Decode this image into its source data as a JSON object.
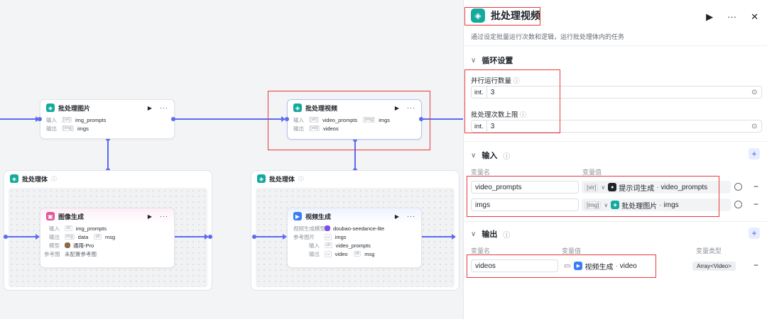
{
  "canvas": {
    "node_batch_image": {
      "title": "批处理图片",
      "input_label": "输入",
      "input_tag": "[str]",
      "input_value": "img_prompts",
      "output_label": "输出",
      "output_tag": "[img]",
      "output_value": "imgs"
    },
    "node_batch_video": {
      "title": "批处理视频",
      "input_label": "输入",
      "input_tag1": "[str]",
      "input_value1": "video_prompts",
      "input_tag2": "[img]",
      "input_value2": "imgs",
      "output_label": "输出",
      "output_tag": "[vid]",
      "output_value": "videos"
    },
    "group_left": {
      "title": "批处理体",
      "info": "ⓘ"
    },
    "group_right": {
      "title": "批处理体",
      "info": "ⓘ"
    },
    "node_image_gen": {
      "title": "图像生成",
      "input_label": "输入",
      "input_tag": "str",
      "input_value": "img_prompts",
      "output_label": "输出",
      "output_tag1": "img",
      "output_value1": "data",
      "output_tag2": "str",
      "output_value2": "msg",
      "model_label": "模型",
      "model_value": "通用-Pro",
      "ref_label": "参考图",
      "ref_value": "未配置参考图"
    },
    "node_video_gen": {
      "title": "视频生成",
      "model_label": "视频生成模型",
      "model_value": "doubao-seedance-lite",
      "ref_label": "参考图片",
      "ref_value": "imgs",
      "input_label": "输入",
      "input_tag": "str",
      "input_value": "video_prompts",
      "output_label": "输出",
      "output_value1": "video",
      "output_tag2": "str",
      "output_value2": "msg"
    }
  },
  "panel": {
    "title": "批处理视频",
    "run_icon": "▶",
    "more_icon": "···",
    "close_icon": "✕",
    "description": "通过设定批量运行次数和逻辑，运行批处理体内的任务",
    "loop_section": "循环设置",
    "parallel_label": "并行运行数量",
    "parallel_type": "int.",
    "parallel_value": "3",
    "max_label": "批处理次数上限",
    "max_type": "int.",
    "max_value": "3",
    "input_section": "输入",
    "input_col_name": "变量名",
    "input_col_value": "变量值",
    "inputs": [
      {
        "name": "video_prompts",
        "type": "[str]",
        "source": "提示词生成",
        "field": "video_prompts"
      },
      {
        "name": "imgs",
        "type": "[img]",
        "source": "批处理图片",
        "field": "imgs"
      }
    ],
    "output_section": "输出",
    "output_col_name": "变量名",
    "output_col_value": "变量值",
    "output_col_type": "变量类型",
    "outputs": [
      {
        "name": "videos",
        "source": "视频生成",
        "field": "video",
        "type": "Array<Video>"
      }
    ],
    "dot_sep": "·"
  },
  "colors": {
    "accent": "#5b6cf0",
    "teal": "#14a99d",
    "highlight": "#e8383d"
  }
}
